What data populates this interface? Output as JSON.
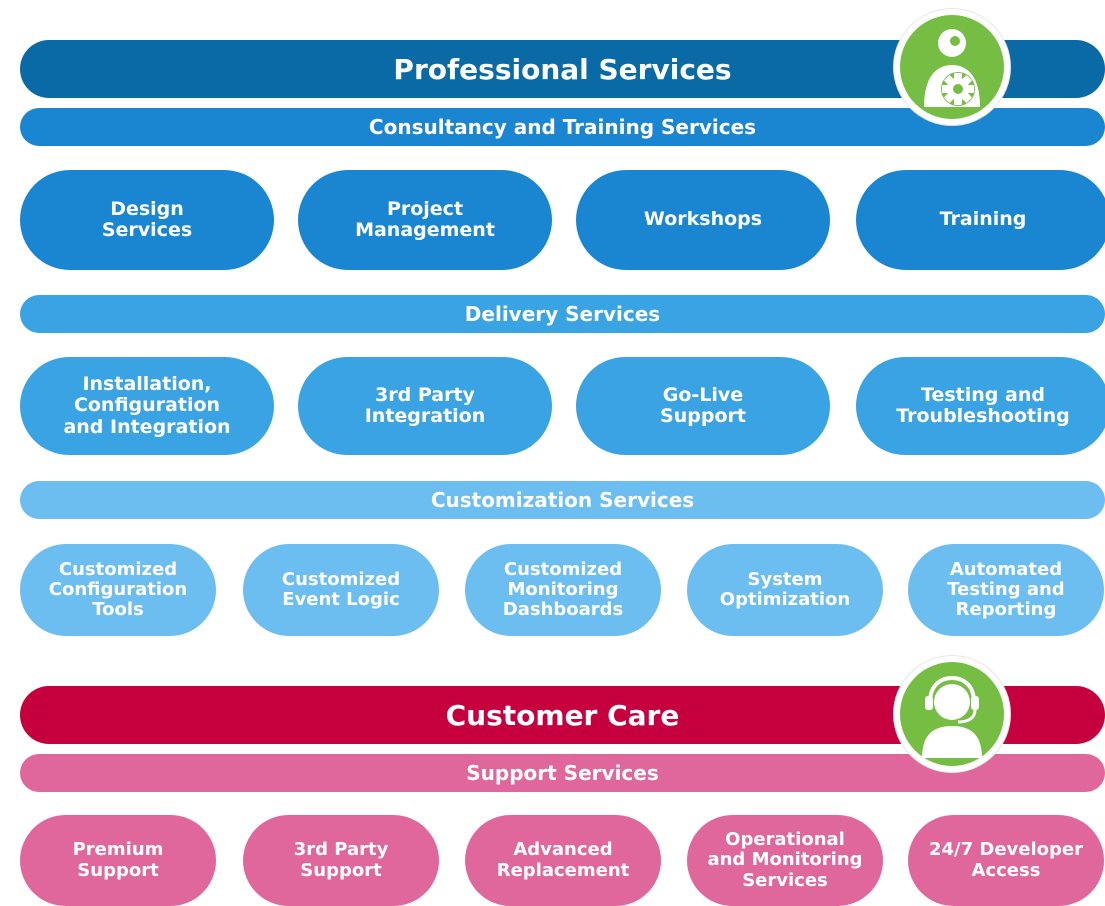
{
  "colors": {
    "dark_blue": "#0a6aa6",
    "blue": "#1a86d1",
    "mid_blue": "#3aa3e4",
    "light_blue": "#6cbdf0",
    "crimson": "#c6003f",
    "pink": "#e0679b",
    "green": "#76bd43"
  },
  "professional": {
    "title": "Professional Services",
    "icon": "person-gear-icon",
    "consultancy": {
      "label": "Consultancy and Training Services",
      "items": [
        "Design\nServices",
        "Project\nManagement",
        "Workshops",
        "Training"
      ]
    },
    "delivery": {
      "label": "Delivery Services",
      "items": [
        "Installation,\nConfiguration\nand Integration",
        "3rd Party\nIntegration",
        "Go-Live\nSupport",
        "Testing and\nTroubleshooting"
      ]
    },
    "customization": {
      "label": "Customization Services",
      "items": [
        "Customized\nConfiguration\nTools",
        "Customized\nEvent Logic",
        "Customized\nMonitoring\nDashboards",
        "System\nOptimization",
        "Automated\nTesting and\nReporting"
      ]
    }
  },
  "customer_care": {
    "title": "Customer Care",
    "icon": "headset-person-icon",
    "support": {
      "label": "Support Services",
      "items": [
        "Premium\nSupport",
        "3rd Party\nSupport",
        "Advanced\nReplacement",
        "Operational\nand Monitoring\nServices",
        "24/7 Developer\nAccess"
      ]
    }
  }
}
